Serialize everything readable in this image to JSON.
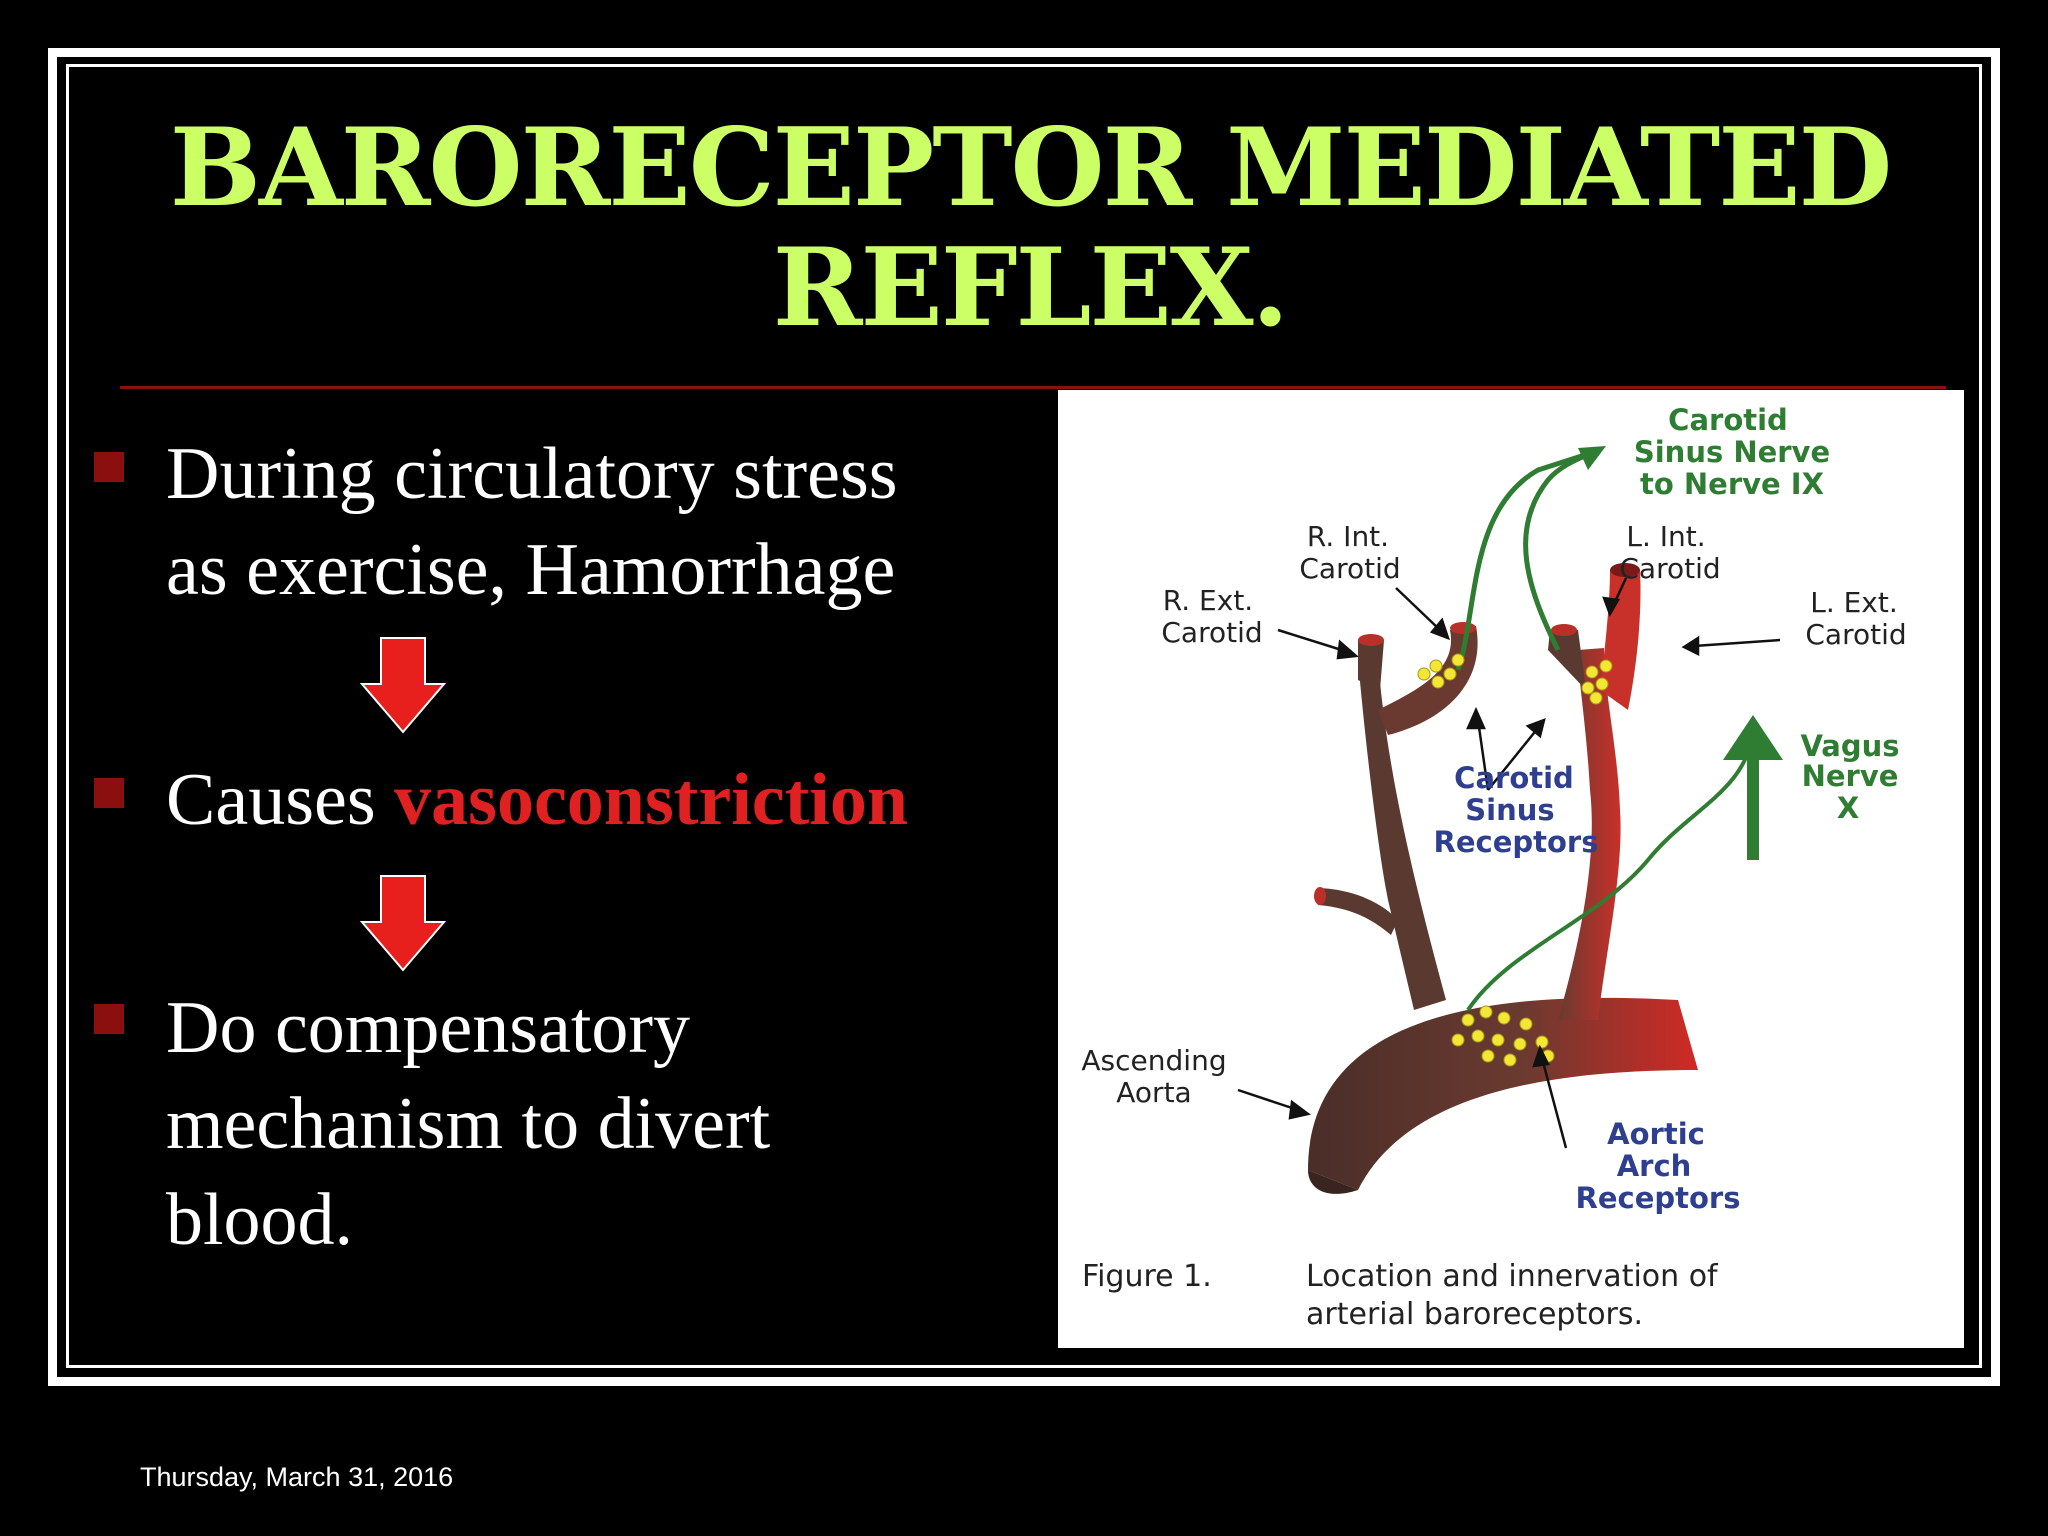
{
  "slide": {
    "title_line1": "BARORECEPTOR MEDIATED",
    "title_line2": "REFLEX.",
    "bullets": [
      {
        "line1": "During circulatory stress",
        "line2": "as exercise, Hamorrhage"
      },
      {
        "prefix": "Causes ",
        "highlight": "vasoconstriction"
      },
      {
        "line1": "Do compensatory",
        "line2": "mechanism to divert",
        "line3": "blood."
      }
    ],
    "footer_date": "Thursday, March 31, 2016"
  },
  "figure": {
    "labels": {
      "carotid_sinus_nerve_1": "Carotid",
      "carotid_sinus_nerve_2": "Sinus Nerve",
      "carotid_sinus_nerve_3": "to Nerve IX",
      "r_int_1": "R. Int.",
      "r_int_2": "Carotid",
      "l_int_1": "L. Int.",
      "l_int_2": "Carotid",
      "r_ext_1": "R. Ext.",
      "r_ext_2": "Carotid",
      "l_ext_1": "L. Ext.",
      "l_ext_2": "Carotid",
      "vagus_1": "Vagus",
      "vagus_2": "Nerve",
      "vagus_3": "X",
      "csr_1": "Carotid",
      "csr_2": "Sinus",
      "csr_3": "Receptors",
      "asc_1": "Ascending",
      "asc_2": "Aorta",
      "aar_1": "Aortic",
      "aar_2": "Arch",
      "aar_3": "Receptors",
      "caption_label": "Figure 1.",
      "caption_1": "Location and innervation of",
      "caption_2": "arterial baroreceptors."
    },
    "colors": {
      "nerve_green": "#2e7d32",
      "receptor_blue": "#2e3f8f",
      "vessel_dark": "#5a3a30",
      "vessel_red": "#c8302a",
      "receptor_yellow": "#f4e634"
    }
  },
  "colors": {
    "title": "#ccff66",
    "highlight": "#e02121",
    "bullet": "#8b0f0f",
    "arrow": "#e8201d"
  }
}
